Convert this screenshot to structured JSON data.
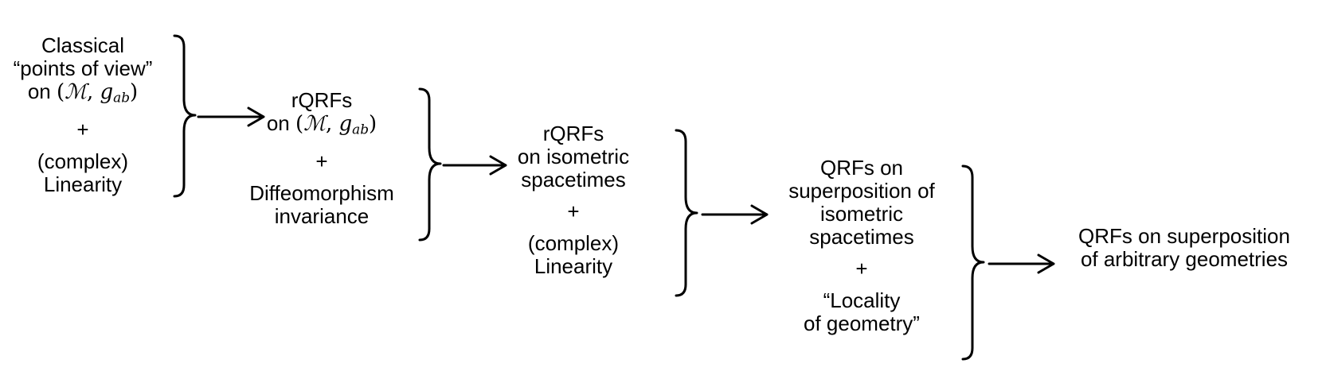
{
  "blocks": {
    "b1": {
      "top": [
        "Classical",
        "“points of view”",
        "on"
      ],
      "plus": "+",
      "bottom": [
        "(complex)",
        "Linearity"
      ]
    },
    "b2": {
      "top": [
        "rQRFs",
        "on"
      ],
      "plus": "+",
      "bottom": [
        "Diffeomorphism",
        "invariance"
      ]
    },
    "b3": {
      "top": [
        "rQRFs",
        "on isometric",
        "spacetimes"
      ],
      "plus": "+",
      "bottom": [
        "(complex)",
        "Linearity"
      ]
    },
    "b4": {
      "top": [
        "QRFs on",
        "superposition of",
        "isometric",
        "spacetimes"
      ],
      "plus": "+",
      "bottom": [
        "“Locality",
        "of geometry”"
      ]
    },
    "b5": {
      "lines": [
        "QRFs on superposition",
        "of arbitrary geometries"
      ]
    }
  },
  "math": {
    "manifold": "ℳ",
    "metric": "g",
    "metric_sub": "ab"
  }
}
